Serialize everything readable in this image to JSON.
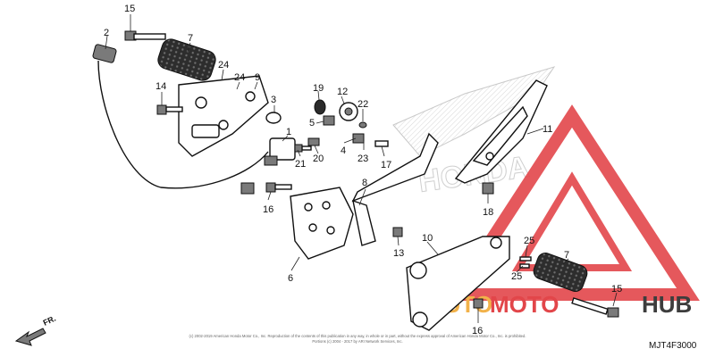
{
  "part_callouts": [
    {
      "num": "15"
    },
    {
      "num": "2"
    },
    {
      "num": "7"
    },
    {
      "num": "24"
    },
    {
      "num": "24"
    },
    {
      "num": "9"
    },
    {
      "num": "14"
    },
    {
      "num": "3"
    },
    {
      "num": "1"
    },
    {
      "num": "21"
    },
    {
      "num": "19"
    },
    {
      "num": "12"
    },
    {
      "num": "5"
    },
    {
      "num": "22"
    },
    {
      "num": "20"
    },
    {
      "num": "4"
    },
    {
      "num": "23"
    },
    {
      "num": "17"
    },
    {
      "num": "11"
    },
    {
      "num": "16"
    },
    {
      "num": "8"
    },
    {
      "num": "18"
    },
    {
      "num": "6"
    },
    {
      "num": "13"
    },
    {
      "num": "10"
    },
    {
      "num": "25"
    },
    {
      "num": "7"
    },
    {
      "num": "25"
    },
    {
      "num": "15"
    },
    {
      "num": "16"
    }
  ],
  "direction_label": "FR.",
  "diagram_code": "MJT4F3000",
  "copyright_line_1": "(c) 2002-2019 American Honda Motor Co., Inc. Reproduction of the contents of this publication in any way, in whole or in part, without the express approval of American Honda Motor Co., Inc. is prohibited.",
  "copyright_line_2": "Portions (c) 2004 - 2017 by ARI Network Services, Inc.",
  "watermark": {
    "part1": "AUTO",
    "part2": "MOTO",
    "part3": "HUB",
    "triangle_color": "#e2464a",
    "accent_color": "#f2b24a"
  }
}
